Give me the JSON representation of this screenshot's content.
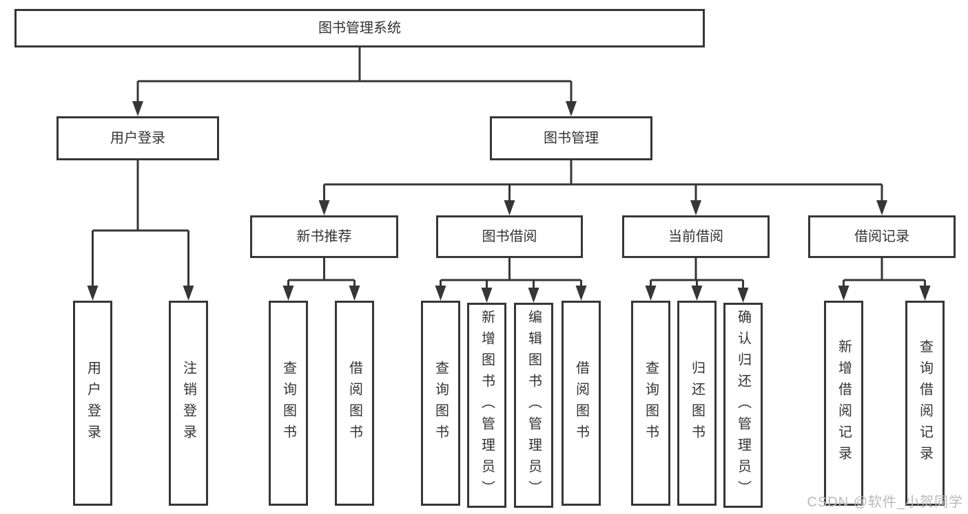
{
  "diagram_title": "图书管理系统",
  "nodes": [
    {
      "id": "root",
      "label": "图书管理系统",
      "parent": null
    },
    {
      "id": "user-login",
      "label": "用户登录",
      "parent": "root"
    },
    {
      "id": "book-mgmt",
      "label": "图书管理",
      "parent": "root"
    },
    {
      "id": "login",
      "label": "用户登录",
      "parent": "user-login"
    },
    {
      "id": "logout",
      "label": "注销登录",
      "parent": "user-login"
    },
    {
      "id": "new-book-rec",
      "label": "新书推荐",
      "parent": "book-mgmt"
    },
    {
      "id": "book-borrow",
      "label": "图书借阅",
      "parent": "book-mgmt"
    },
    {
      "id": "current-borrow",
      "label": "当前借阅",
      "parent": "book-mgmt"
    },
    {
      "id": "borrow-records",
      "label": "借阅记录",
      "parent": "book-mgmt"
    },
    {
      "id": "nb-query-book",
      "label": "查询图书",
      "parent": "new-book-rec"
    },
    {
      "id": "nb-borrow-book",
      "label": "借阅图书",
      "parent": "new-book-rec"
    },
    {
      "id": "bb-query-book",
      "label": "查询图书",
      "parent": "book-borrow"
    },
    {
      "id": "bb-add-book",
      "label": "新增图书（管理员）",
      "parent": "book-borrow"
    },
    {
      "id": "bb-edit-book",
      "label": "编辑图书（管理员）",
      "parent": "book-borrow"
    },
    {
      "id": "bb-borrow-book",
      "label": "借阅图书",
      "parent": "book-borrow"
    },
    {
      "id": "cb-query-book",
      "label": "查询图书",
      "parent": "current-borrow"
    },
    {
      "id": "cb-return-book",
      "label": "归还图书",
      "parent": "current-borrow"
    },
    {
      "id": "cb-confirm-return",
      "label": "确认归还（管理员）",
      "parent": "current-borrow"
    },
    {
      "id": "br-add-record",
      "label": "新增借阅记录",
      "parent": "borrow-records"
    },
    {
      "id": "br-query-record",
      "label": "查询借阅记录",
      "parent": "borrow-records"
    }
  ],
  "watermark": {
    "text": "CSDN @软件_小贺同学"
  },
  "colors": {
    "line": "#363636",
    "text": "#333333",
    "background": "#ffffff",
    "watermark": "#b9b9b9"
  }
}
